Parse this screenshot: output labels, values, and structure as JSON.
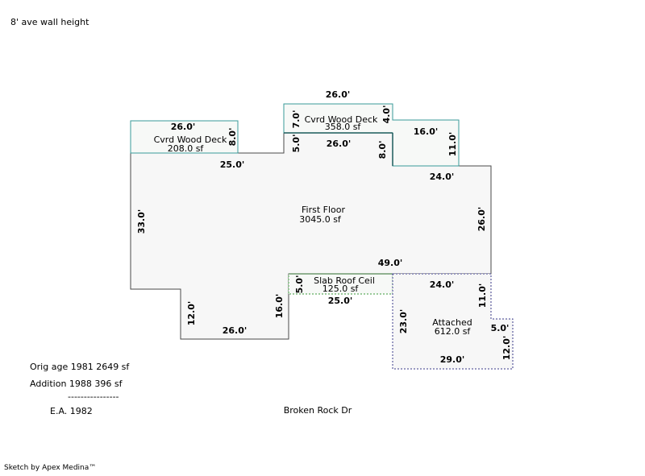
{
  "header_note": "8' ave wall height",
  "areas": {
    "deck_left": {
      "name": "Cvrd Wood Deck",
      "area": "208.0 sf"
    },
    "deck_top": {
      "name": "Cvrd Wood Deck",
      "area": "358.0 sf"
    },
    "first_floor": {
      "name": "First Floor",
      "area": "3045.0 sf"
    },
    "slab_roof": {
      "name": "Slab Roof Ceil",
      "area": "125.0 sf"
    },
    "attached": {
      "name": "Attached",
      "area": "612.0 sf"
    }
  },
  "dimensions": {
    "deck_left_width": "26.0'",
    "deck_left_depth": "8.0'",
    "deck_top_width": "26.0'",
    "deck_top_left_depth": "7.0'",
    "deck_top_right_depth": "4.0'",
    "deck_top_step": "5.0'",
    "deck_top_right_width": "16.0'",
    "deck_top_right_height": "11.0'",
    "floor_top_left": "25.0'",
    "floor_top_mid": "26.0'",
    "floor_top_step": "8.0'",
    "floor_right_top": "24.0'",
    "floor_left": "33.0'",
    "floor_right": "26.0'",
    "floor_bottom": "49.0'",
    "floor_lower_left": "12.0'",
    "floor_bottom_left": "26.0'",
    "floor_lower_mid": "16.0'",
    "slab_height": "5.0'",
    "slab_width": "25.0'",
    "attached_top": "24.0'",
    "attached_right_top": "11.0'",
    "attached_left": "23.0'",
    "attached_step": "5.0'",
    "attached_right_bottom": "12.0'",
    "attached_bottom": "29.0'"
  },
  "notes": {
    "orig": "Orig age 1981  2649 sf",
    "addition": "Addition  1988  396 sf",
    "separator": "----------------",
    "ea": "E.A. 1982",
    "street": "Broken Rock Dr",
    "credit": "Sketch by Apex Medina™"
  },
  "colors": {
    "floor_outline": "#4a4a4a",
    "floor_fill": "#f7f7f7",
    "deck_outline": "#3a9a9a",
    "deck_fill": "#f7f9f7",
    "slab_outline": "#3a9a3a",
    "attached_outline": "#3a3a8a",
    "dark_teal": "#1a5a5a"
  }
}
